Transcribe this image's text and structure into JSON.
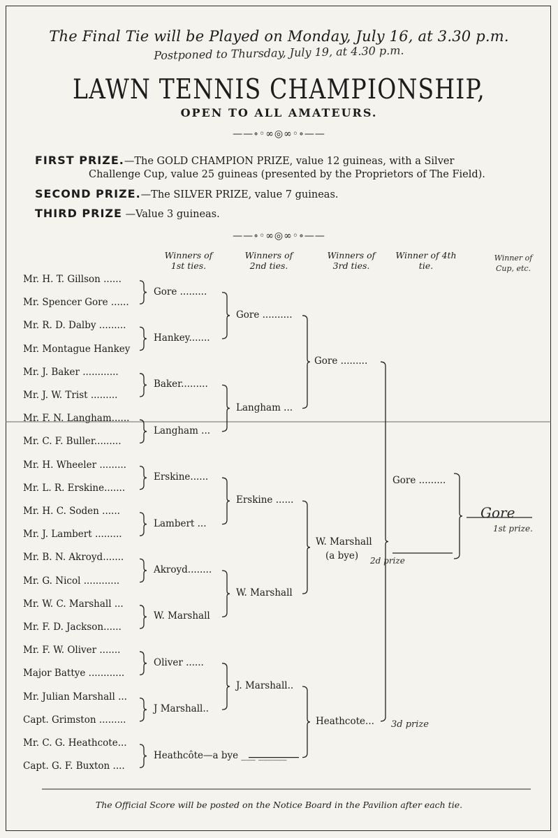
{
  "header": {
    "final_tie": "The Final Tie will be Played on Monday, July 16, at 3.30 p.m.",
    "postponed_note": "Postponed to Thursday, July 19, at 4.30 p.m.",
    "title": "LAWN TENNIS CHAMPIONSHIP,",
    "subtitle": "OPEN TO ALL AMATEURS.",
    "ornament": "——∘◦∞◎∞◦∘——"
  },
  "prizes": [
    {
      "label": "FIRST PRIZE.",
      "line1": "—The GOLD CHAMPION PRIZE, value 12 guineas, with a Silver",
      "line2": "Challenge Cup, value 25 guineas (presented by the Proprietors of The Field)."
    },
    {
      "label": "SECOND PRIZE.",
      "line1": "—The SILVER PRIZE, value 7 guineas."
    },
    {
      "label": "THIRD PRIZE",
      "line1": " —Value 3 guineas."
    }
  ],
  "columns": {
    "r1": "Winners of 1st ties.",
    "r2": "Winners of 2nd ties.",
    "r3": "Winners of 3rd ties.",
    "r4": "Winner of 4th tie.",
    "cup": "Winner of Cup, etc."
  },
  "entrants": [
    "Mr. H. T. Gillson ......",
    "Mr. Spencer Gore ......",
    "Mr. R. D. Dalby .........",
    "Mr. Montague Hankey",
    "Mr. J. Baker ............",
    "Mr. J. W. Trist .........",
    "Mr. F. N. Langham......",
    "Mr. C. F. Buller.........",
    "Mr. H. Wheeler .........",
    "Mr. L. R. Erskine.......",
    "Mr. H. C. Soden ......",
    "Mr. J. Lambert .........",
    "Mr. B. N. Akroyd.......",
    "Mr. G. Nicol ............",
    "Mr. W. C. Marshall ...",
    "Mr. F. D. Jackson......",
    "Mr. F. W. Oliver .......",
    "Major Battye ............",
    "Mr. Julian Marshall ...",
    "Capt. Grimston .........",
    "Mr. C. G. Heathcote...",
    "Capt. G. F. Buxton ...."
  ],
  "round1": [
    "Gore .........",
    "Hankey.......",
    "Baker.........",
    "Langham ...",
    "Erskine......",
    "Lambert ...",
    "Akroyd........",
    "W. Marshall",
    "Oliver ......",
    "J  Marshall..",
    "Heathcôte—a bye ___ ______"
  ],
  "round2": [
    "Gore ..........",
    "Langham ...",
    "Erskine ......",
    "W. Marshall",
    "J. Marshall.."
  ],
  "round3": [
    "Gore .........",
    "W. Marshall",
    "(a bye)",
    "Heathcote..."
  ],
  "round4": [
    "Gore ........."
  ],
  "handwritten": {
    "final_winner": "Gore",
    "first_prize": "1st prize.",
    "second_prize": "2d prize",
    "third_prize": "3d prize"
  },
  "footer": "The Official Score will be posted on the Notice Board in the Pavilion after each tie."
}
